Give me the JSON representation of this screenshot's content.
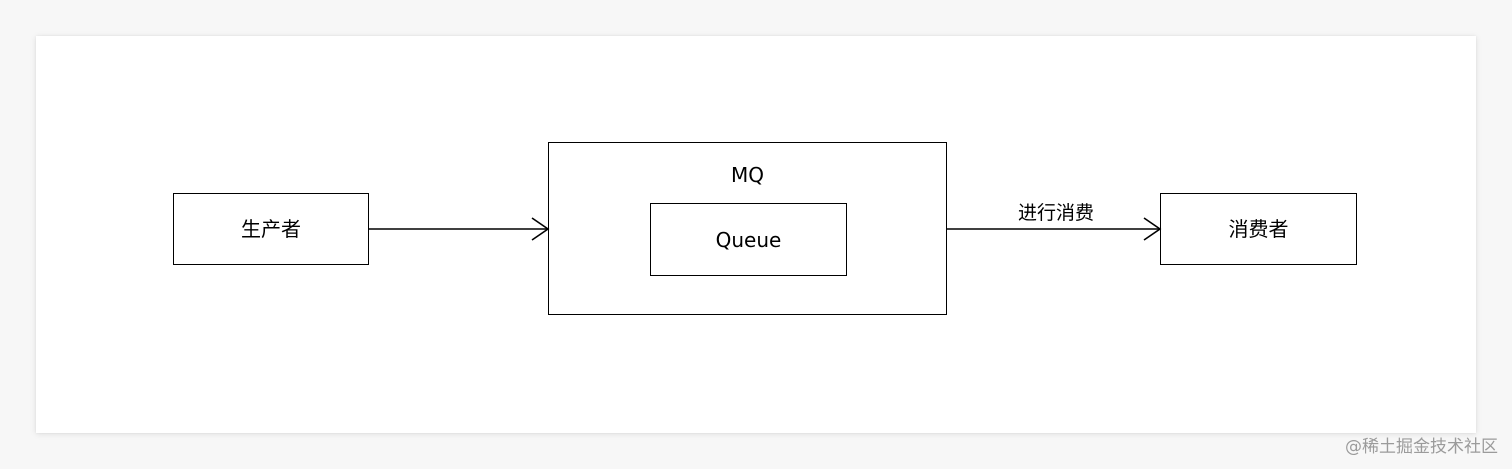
{
  "diagram": {
    "nodes": {
      "producer": {
        "label": "生产者"
      },
      "mq": {
        "label": "MQ"
      },
      "queue": {
        "label": "Queue"
      },
      "consumer": {
        "label": "消费者"
      }
    },
    "edges": [
      {
        "from": "producer",
        "to": "mq",
        "label": ""
      },
      {
        "from": "mq",
        "to": "consumer",
        "label": "进行消费"
      }
    ]
  },
  "watermark": {
    "text": "@稀土掘金技术社区"
  }
}
